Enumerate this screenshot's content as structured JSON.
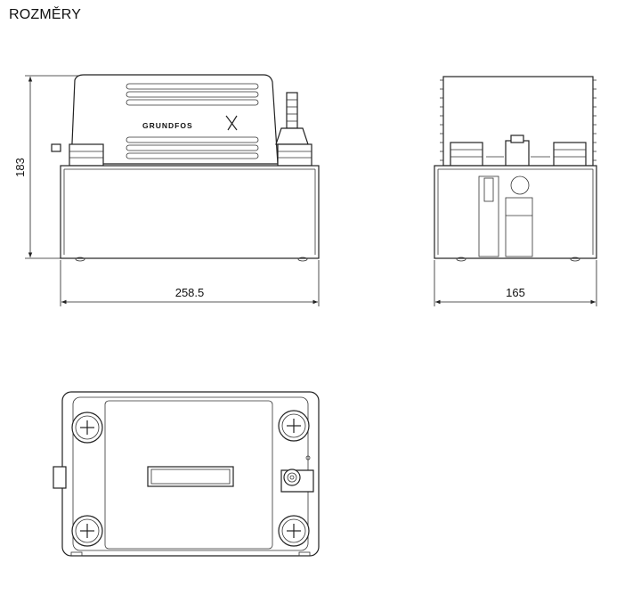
{
  "title": "ROZMĚRY",
  "brand": "GRUNDFOS",
  "dimensions": {
    "height": "183",
    "width_front": "258.5",
    "width_side": "165"
  }
}
